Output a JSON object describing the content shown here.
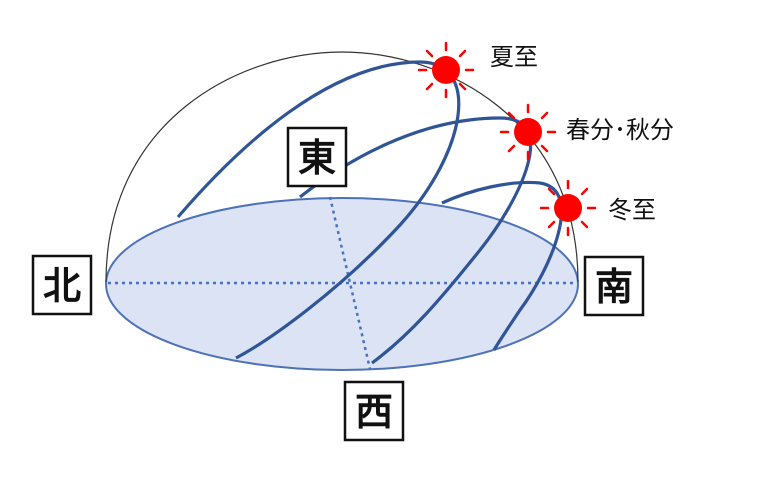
{
  "colors": {
    "ground_fill": "#dbe3f4",
    "ground_stroke": "#4e72b8",
    "path_stroke": "#2f5597",
    "dome_stroke": "#333333",
    "sun_fill": "#ff0000"
  },
  "directions": {
    "north": "北",
    "east": "東",
    "south": "南",
    "west": "西"
  },
  "sun_labels": {
    "summer_solstice": "夏至",
    "equinox": "春分･秋分",
    "winter_solstice": "冬至"
  }
}
